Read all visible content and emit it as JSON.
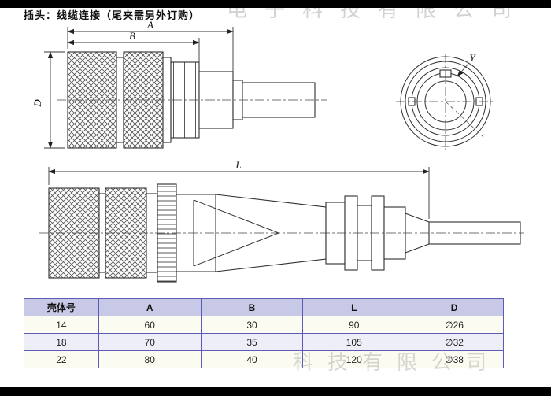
{
  "header": {
    "title": "插头：线缆连接（尾夹需另外订购）"
  },
  "watermarks": {
    "top": "电子科技有限公司",
    "bottom": "科技有限公司"
  },
  "drawing": {
    "dim_a": "A",
    "dim_b": "B",
    "dim_d": "D",
    "dim_l": "L",
    "dim_y": "Y"
  },
  "table": {
    "headers": [
      "壳体号",
      "A",
      "B",
      "L",
      "D"
    ],
    "rows": [
      [
        "14",
        "60",
        "30",
        "90",
        "∅26"
      ],
      [
        "18",
        "70",
        "35",
        "105",
        "∅32"
      ],
      [
        "22",
        "80",
        "40",
        "120",
        "∅38"
      ]
    ]
  }
}
